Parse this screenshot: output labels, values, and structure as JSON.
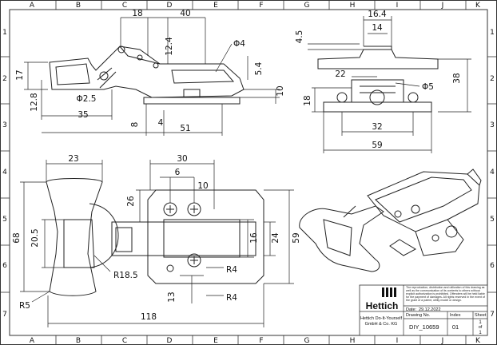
{
  "grid": {
    "columns": [
      "A",
      "B",
      "C",
      "D",
      "E",
      "F",
      "G",
      "H",
      "I",
      "J",
      "K"
    ],
    "rows": [
      "1",
      "2",
      "3",
      "4",
      "5",
      "6",
      "7"
    ]
  },
  "dimensions": {
    "side_view": {
      "d18": "18",
      "d40": "40",
      "d12_4": "12.4",
      "phi4": "Φ4",
      "d5_4": "5.4",
      "d17": "17",
      "d12_8": "12.8",
      "phi2_5": "Φ2.5",
      "d35": "35",
      "d10": "10",
      "d8": "8",
      "d4": "4",
      "d51": "51"
    },
    "front_view": {
      "d4_5": "4.5",
      "d16_4": "16.4",
      "d14": "14",
      "d22": "22",
      "phi5": "Φ5",
      "d38": "38",
      "d18": "18",
      "d32": "32",
      "d59": "59"
    },
    "top_view": {
      "d23": "23",
      "d30": "30",
      "d6": "6",
      "d26": "26",
      "d10": "10",
      "d68": "68",
      "d20_5": "20.5",
      "r18_5": "R18.5",
      "r5": "R5",
      "d118": "118",
      "d13": "13",
      "r4a": "R4",
      "r4b": "R4",
      "d16": "16",
      "d24": "24",
      "d59": "59"
    }
  },
  "title_block": {
    "brand": "Hettich",
    "notice": "The reproduction, distribution and utilization of this drawing as well as the communication of its contents to others without explicit authorization is prohibited. Offenders will be held liable for the payment of damages. All rights reserved in the event of the grant of a patent, utility model or design.",
    "date_label": "Date:",
    "date_value": "29.12.2022",
    "company_line1": "Hettich Do-It-Yourself",
    "company_line2": "GmbH & Co. KG",
    "drawing_no_label": "Drawing No.",
    "drawing_no_value": "DIY_10659",
    "index_label": "Index",
    "index_value": "01",
    "sheet_label": "Sheet",
    "sheet_value_top": "1",
    "sheet_value_of": "of",
    "sheet_value_bottom": "1"
  }
}
